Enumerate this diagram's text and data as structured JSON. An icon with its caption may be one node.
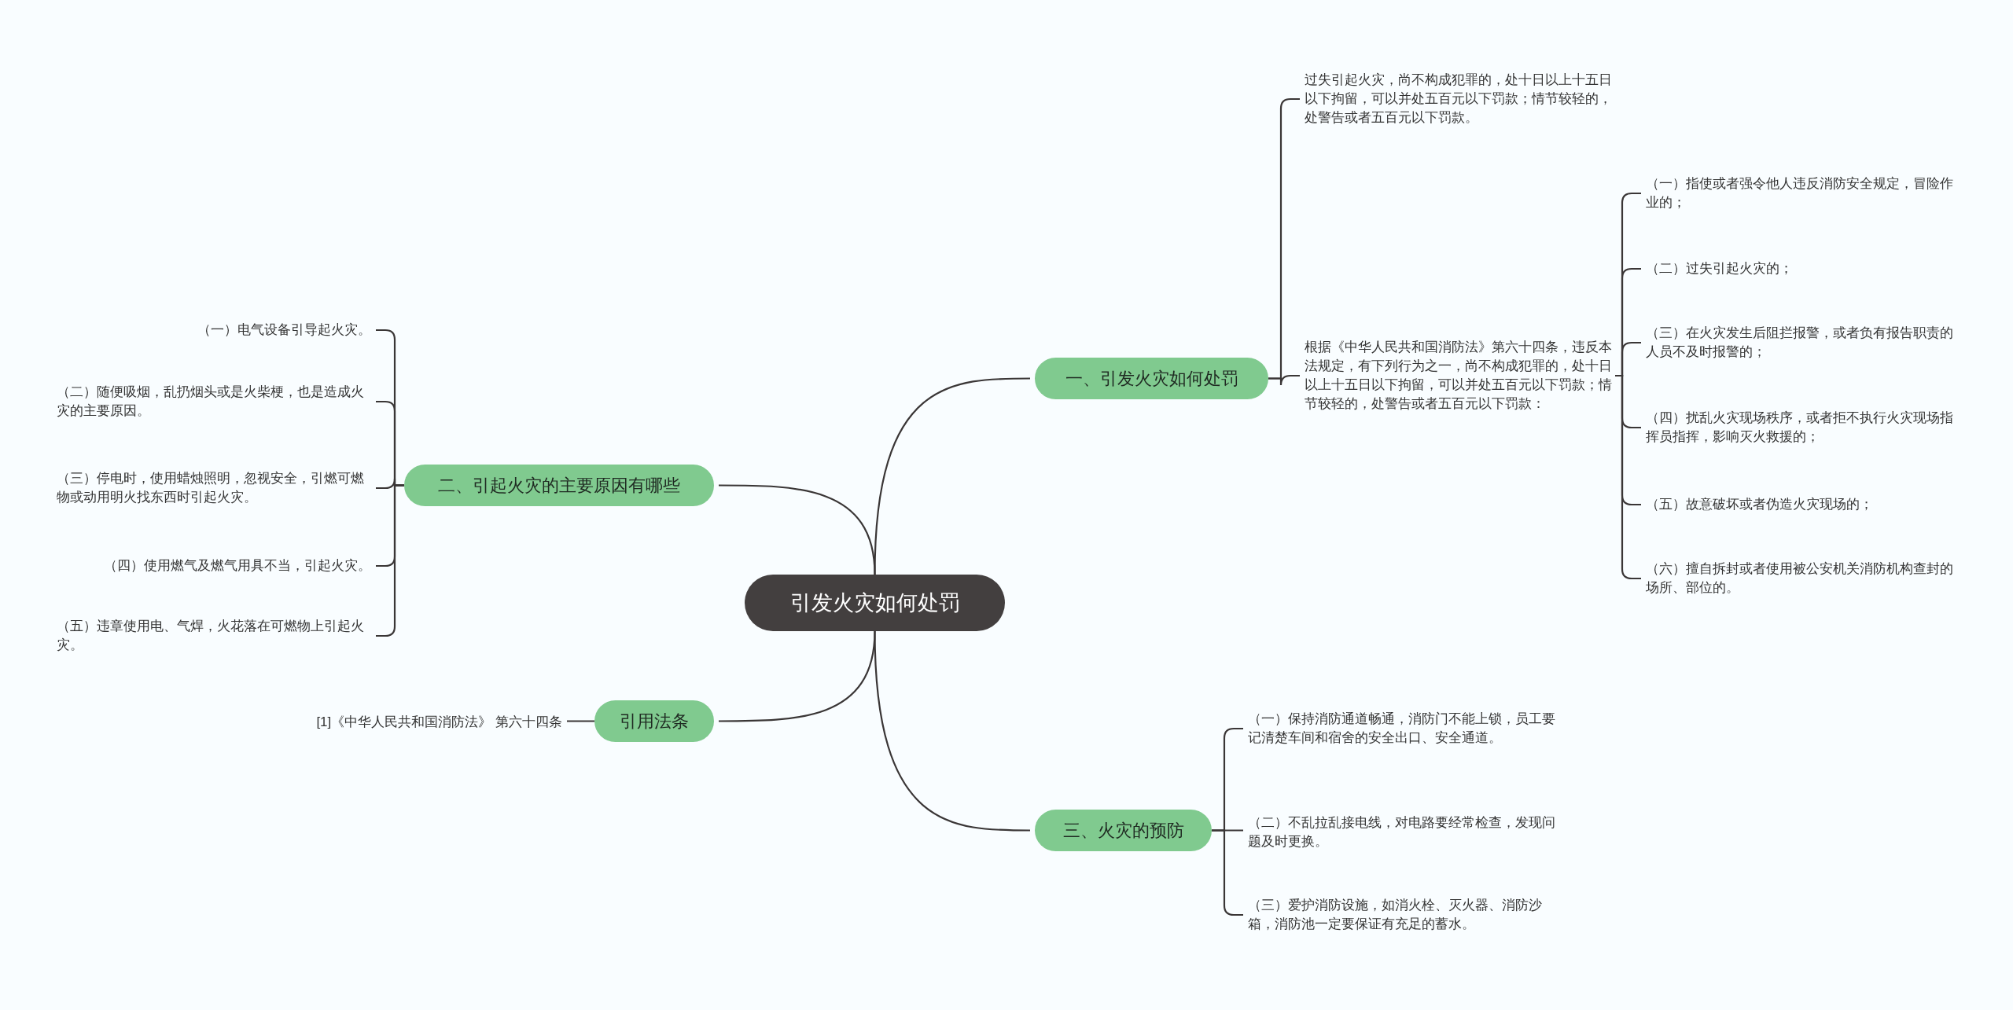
{
  "diagram": {
    "nodes": [
      {
        "text": [
          "引发火灾如何处罚"
        ]
      },
      {
        "text": [
          "一、引发火灾如何处罚"
        ]
      },
      {
        "text": [
          "过失引起火灾，尚不构成犯罪的，处十日以上十五日以下拘留，可以并处五百元以下罚款；情节较轻的，处警告或者五百元以下罚款。"
        ]
      },
      {
        "text": [
          "根据《中华人民共和国消防法》第六十四条，违反本法规定，有下列行为之一，尚不构成犯罪的，处十日以上十五日以下拘留，可以并处五百元以下罚款；情节较轻的，处警告或者五百元以下罚款："
        ]
      },
      {
        "text": [
          "（一）指使或者强令他人违反消防安全规定，冒险作业的；"
        ]
      },
      {
        "text": [
          "（二）过失引起火灾的；"
        ]
      },
      {
        "text": [
          "（三）在火灾发生后阻拦报警，或者负有报告职责的人员不及时报警的；"
        ]
      },
      {
        "text": [
          "（四）扰乱火灾现场秩序，或者拒不执行火灾现场指挥员指挥，影响灭火救援的；"
        ]
      },
      {
        "text": [
          "（五）故意破坏或者伪造火灾现场的；"
        ]
      },
      {
        "text": [
          "（六）擅自拆封或者使用被公安机关消防机构查封的场所、部位的。"
        ]
      },
      {
        "text": [
          "二、引起火灾的主要原因有哪些"
        ]
      },
      {
        "text": [
          "（一）电气设备引导起火灾。"
        ]
      },
      {
        "text": [
          "（二）随便吸烟，乱扔烟头或是火柴梗，也是造成火灾的主要原因。"
        ]
      },
      {
        "text": [
          "（三）停电时，使用蜡烛照明，忽视安全，引燃可燃物或动用明火找东西时引起火灾。"
        ]
      },
      {
        "text": [
          "（四）使用燃气及燃气用具不当，引起火灾。"
        ]
      },
      {
        "text": [
          "（五）违章使用电、气焊，火花落在可燃物上引起火灾。"
        ]
      },
      {
        "text": [
          "引用法条"
        ]
      },
      {
        "text": [
          "[1]《中华人民共和国消防法》 第六十四条"
        ]
      },
      {
        "text": [
          "三、火灾的预防"
        ]
      },
      {
        "text": [
          "（一）保持消防通道畅通，消防门不能上锁，员工要记清楚车间和宿舍的安全出口、安全通道。"
        ]
      },
      {
        "text": [
          "（二）不乱拉乱接电线，对电路要经常检查，发现问题及时更换。"
        ]
      },
      {
        "text": [
          "（三）爱护消防设施，如消火栓、灭火器、消防沙箱，消防池一定要保证有充足的蓄水。"
        ]
      }
    ],
    "edges": [
      {
        "from": 0,
        "to": 1,
        "arrow": "none"
      },
      {
        "from": 1,
        "to": 2,
        "arrow": "none"
      },
      {
        "from": 1,
        "to": 3,
        "arrow": "none"
      },
      {
        "from": 3,
        "to": 4,
        "arrow": "none"
      },
      {
        "from": 3,
        "to": 5,
        "arrow": "none"
      },
      {
        "from": 3,
        "to": 6,
        "arrow": "none"
      },
      {
        "from": 3,
        "to": 7,
        "arrow": "none"
      },
      {
        "from": 3,
        "to": 8,
        "arrow": "none"
      },
      {
        "from": 3,
        "to": 9,
        "arrow": "none"
      },
      {
        "from": 0,
        "to": 10,
        "arrow": "none"
      },
      {
        "from": 10,
        "to": 11,
        "arrow": "none"
      },
      {
        "from": 10,
        "to": 12,
        "arrow": "none"
      },
      {
        "from": 10,
        "to": 13,
        "arrow": "none"
      },
      {
        "from": 10,
        "to": 14,
        "arrow": "none"
      },
      {
        "from": 10,
        "to": 15,
        "arrow": "none"
      },
      {
        "from": 0,
        "to": 16,
        "arrow": "none"
      },
      {
        "from": 16,
        "to": 17,
        "arrow": "none"
      },
      {
        "from": 0,
        "to": 18,
        "arrow": "none"
      },
      {
        "from": 18,
        "to": 19,
        "arrow": "none"
      },
      {
        "from": 18,
        "to": 20,
        "arrow": "none"
      },
      {
        "from": 18,
        "to": 21,
        "arrow": "none"
      }
    ]
  }
}
